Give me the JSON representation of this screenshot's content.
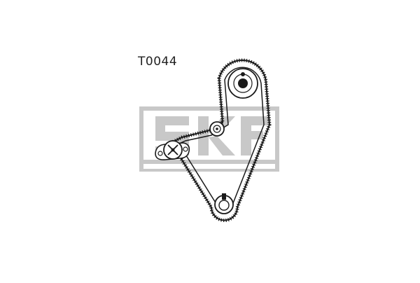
{
  "part_number": "T0044",
  "watermark": {
    "logo_text": "SKF",
    "color": "#c8c8c8"
  },
  "diagram": {
    "line_color": "#1a1a1a",
    "components": [
      {
        "name": "camshaft-pulley",
        "kind": "toothed-pulley"
      },
      {
        "name": "idler-roller",
        "kind": "roller"
      },
      {
        "name": "tensioner",
        "kind": "eccentric-tensioner"
      },
      {
        "name": "crankshaft-pulley",
        "kind": "toothed-pulley"
      },
      {
        "name": "timing-belt",
        "kind": "toothed-belt"
      }
    ]
  }
}
